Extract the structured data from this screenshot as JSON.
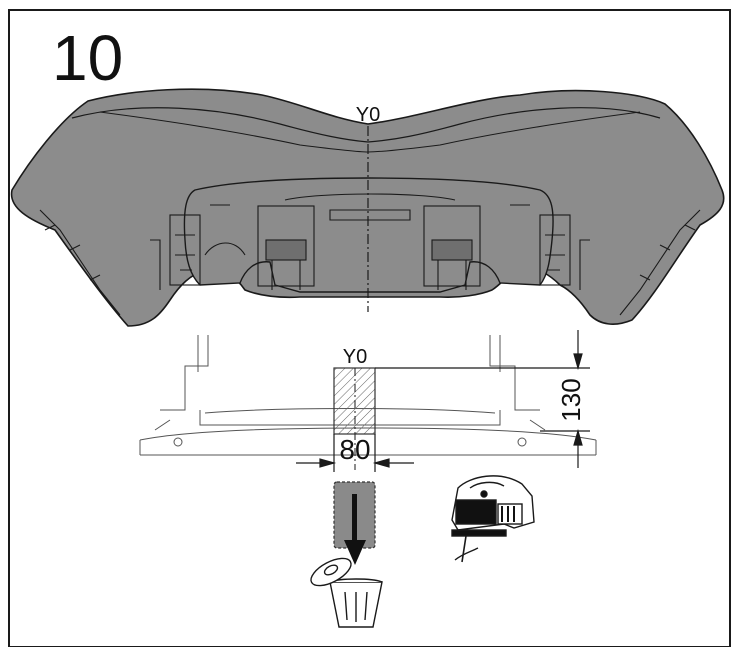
{
  "step": "10",
  "axis_label_top": "Y0",
  "axis_label_detail": "Y0",
  "dimension_width": "80",
  "dimension_height": "130",
  "colors": {
    "bumper_fill": "#8c8c8c",
    "line": "#1a1a1a",
    "discard_fill": "#8a8a8a"
  },
  "icons": [
    "trash-can-icon",
    "jigsaw-icon",
    "down-arrow-icon"
  ]
}
